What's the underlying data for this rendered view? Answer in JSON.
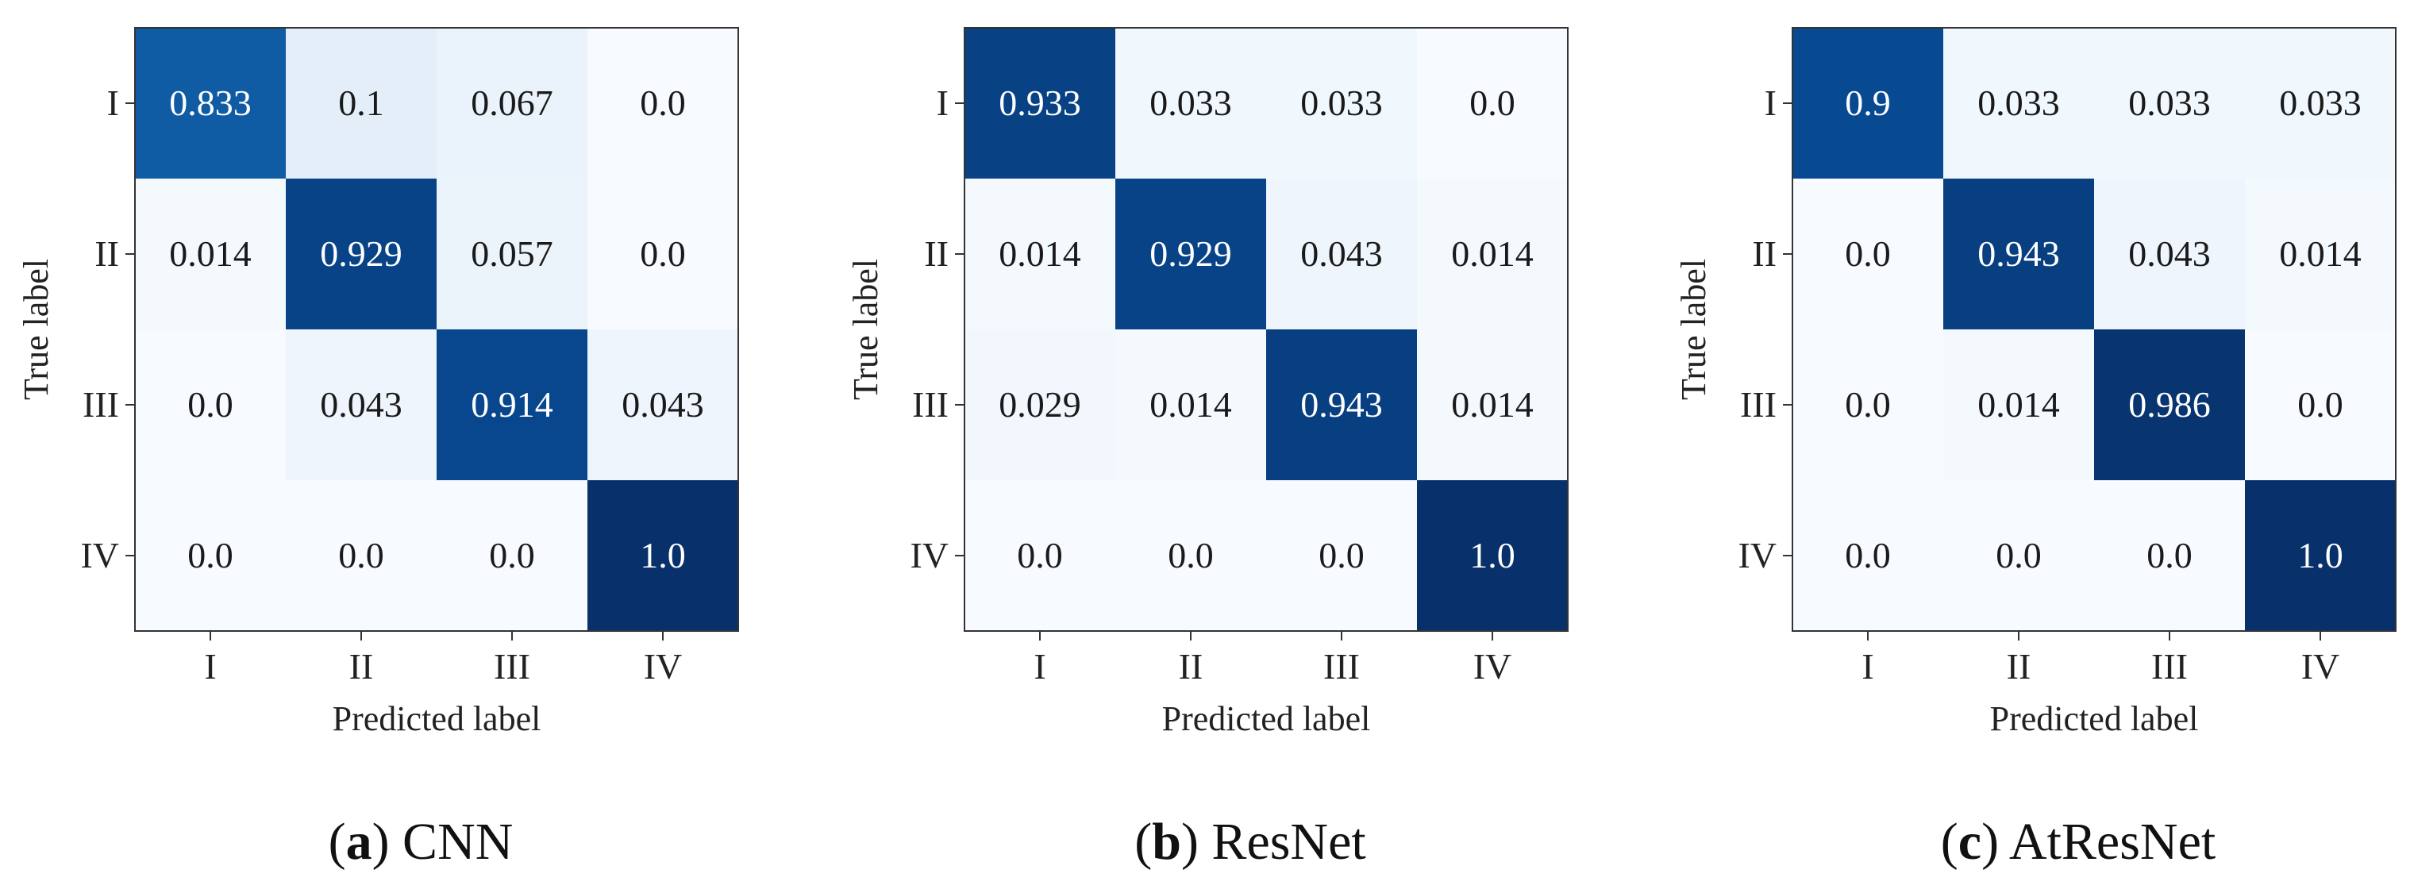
{
  "chart_data": [
    {
      "type": "heatmap",
      "caption_letter": "a",
      "caption_name": "CNN",
      "xlabel": "Predicted label",
      "ylabel": "True label",
      "x_ticks": [
        "I",
        "II",
        "III",
        "IV"
      ],
      "y_ticks": [
        "I",
        "II",
        "III",
        "IV"
      ],
      "cells": [
        [
          "0.833",
          "0.1",
          "0.067",
          "0.0"
        ],
        [
          "0.014",
          "0.929",
          "0.057",
          "0.0"
        ],
        [
          "0.0",
          "0.043",
          "0.914",
          "0.043"
        ],
        [
          "0.0",
          "0.0",
          "0.0",
          "1.0"
        ]
      ],
      "colormap": "Blues",
      "vmin": 0,
      "vmax": 1
    },
    {
      "type": "heatmap",
      "caption_letter": "b",
      "caption_name": "ResNet",
      "xlabel": "Predicted label",
      "ylabel": "True label",
      "x_ticks": [
        "I",
        "II",
        "III",
        "IV"
      ],
      "y_ticks": [
        "I",
        "II",
        "III",
        "IV"
      ],
      "cells": [
        [
          "0.933",
          "0.033",
          "0.033",
          "0.0"
        ],
        [
          "0.014",
          "0.929",
          "0.043",
          "0.014"
        ],
        [
          "0.029",
          "0.014",
          "0.943",
          "0.014"
        ],
        [
          "0.0",
          "0.0",
          "0.0",
          "1.0"
        ]
      ],
      "colormap": "Blues",
      "vmin": 0,
      "vmax": 1
    },
    {
      "type": "heatmap",
      "caption_letter": "c",
      "caption_name": "AtResNet",
      "xlabel": "Predicted label",
      "ylabel": "True label",
      "x_ticks": [
        "I",
        "II",
        "III",
        "IV"
      ],
      "y_ticks": [
        "I",
        "II",
        "III",
        "IV"
      ],
      "cells": [
        [
          "0.9",
          "0.033",
          "0.033",
          "0.033"
        ],
        [
          "0.0",
          "0.943",
          "0.043",
          "0.014"
        ],
        [
          "0.0",
          "0.014",
          "0.986",
          "0.0"
        ],
        [
          "0.0",
          "0.0",
          "0.0",
          "1.0"
        ]
      ],
      "colormap": "Blues",
      "vmin": 0,
      "vmax": 1
    }
  ]
}
